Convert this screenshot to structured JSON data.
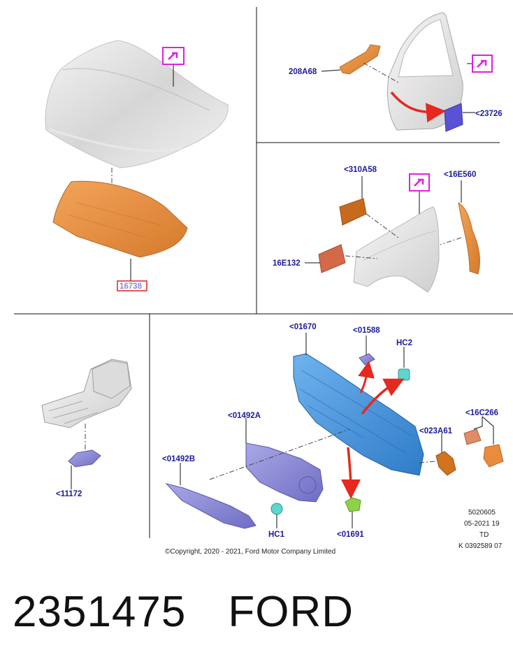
{
  "callouts": {
    "hood_insulator": "16738",
    "door_bracket": "208A68",
    "door_pad": "<23726",
    "fender_block": "<310A58",
    "fender_seal": "<16E560",
    "fender_pad": "16E132",
    "dash_panel": "<01670",
    "dash_clip": "<01588",
    "hc2": "HC2",
    "insulator_a": "<01492A",
    "insulator_b": "<01492B",
    "bracket_023": "<023A61",
    "bracket_16c": "<16C266",
    "hc1": "HC1",
    "grommet": "<01691",
    "floor_pad": "<11172"
  },
  "meta": {
    "code1": "5020605",
    "code2": "05-2021 19",
    "code3": "TD",
    "code4": "K 0392589 07",
    "copyright": "©Copyright, 2020 - 2021, Ford Motor Company Limited"
  },
  "footer": {
    "part_number": "2351475",
    "brand": "FORD"
  },
  "colors": {
    "callout_text": "#1c1c96",
    "orange_part": "#e98c3c",
    "blue_part": "#3f8fd8",
    "purple_part": "#8a88d6",
    "magenta_marker": "#e020e0",
    "red_arrow": "#e6281e",
    "highlight_box": "#e02020"
  },
  "icons": [
    "touch-marker-icon"
  ]
}
